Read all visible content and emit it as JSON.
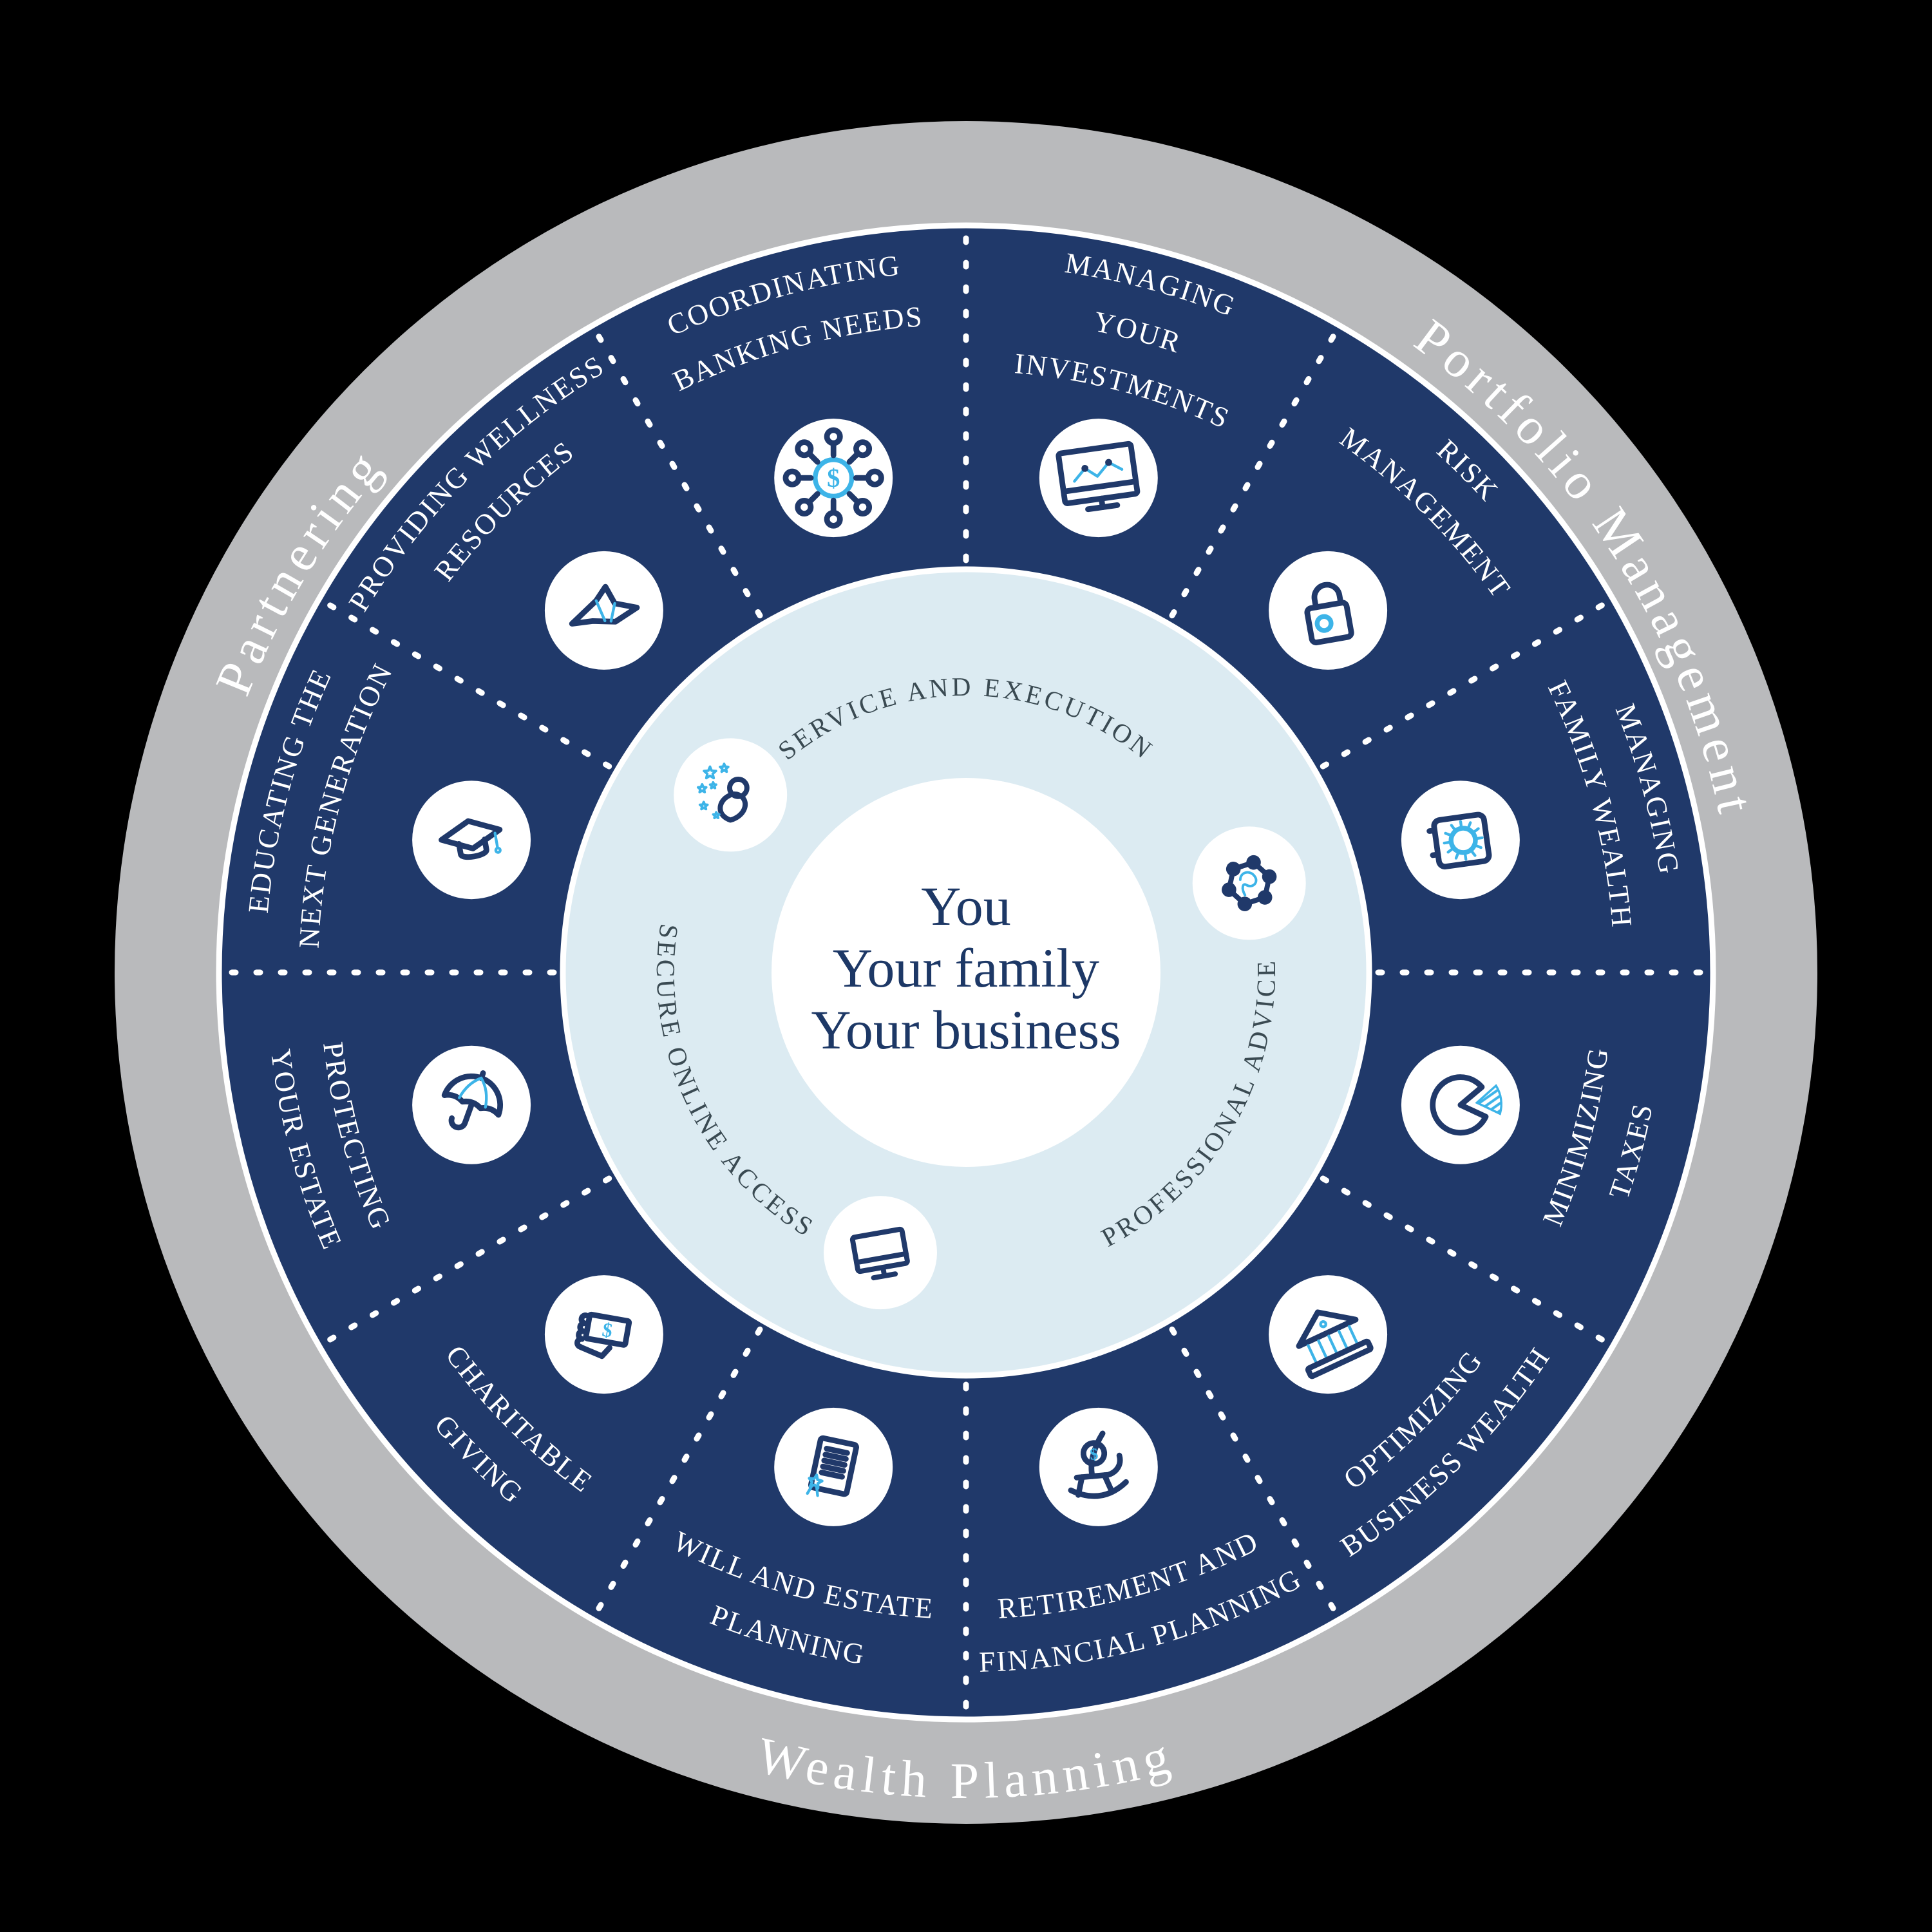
{
  "colors": {
    "background": "#000000",
    "outer_ring": "#b9babc",
    "navy_ring": "#20396a",
    "inner_ring": "#dcebf2",
    "center_circle": "#ffffff",
    "divider": "#ffffff",
    "segment_text": "#ffffff",
    "outer_ring_text": "#ffffff",
    "inner_ring_text": "#3a4a52",
    "center_text": "#1d3866",
    "icon_primary": "#20396a",
    "icon_accent": "#3db4e8"
  },
  "outer_ring_labels": [
    {
      "label": "Partnering",
      "angle": -59,
      "direction": "normal"
    },
    {
      "label": "Portfolio Management",
      "angle": 57,
      "direction": "normal"
    },
    {
      "label": "Wealth Planning",
      "angle": 180,
      "direction": "reversed"
    }
  ],
  "segments": [
    {
      "lines": [
        "MANAGING",
        "YOUR",
        "INVESTMENTS"
      ],
      "icon": "monitor-chart-icon",
      "angle": 15,
      "direction": "normal"
    },
    {
      "lines": [
        "RISK",
        "MANAGEMENT"
      ],
      "icon": "padlock-icon",
      "angle": 45,
      "direction": "normal"
    },
    {
      "lines": [
        "MANAGING",
        "FAMILY WEALTH"
      ],
      "icon": "safe-icon",
      "angle": 75,
      "direction": "normal"
    },
    {
      "lines": [
        "MINIMIZING",
        "TAXES"
      ],
      "icon": "pie-chart-icon",
      "angle": 105,
      "direction": "reversed"
    },
    {
      "lines": [
        "OPTIMIZING",
        "BUSINESS WEALTH"
      ],
      "icon": "bank-icon",
      "angle": 135,
      "direction": "reversed"
    },
    {
      "lines": [
        "RETIREMENT AND",
        "FINANCIAL PLANNING"
      ],
      "icon": "rocking-chair-icon",
      "angle": 165,
      "direction": "reversed"
    },
    {
      "lines": [
        "WILL AND ESTATE",
        "PLANNING"
      ],
      "icon": "will-document-icon",
      "angle": 195,
      "direction": "reversed"
    },
    {
      "lines": [
        "CHARITABLE",
        "GIVING"
      ],
      "icon": "giving-hand-icon",
      "angle": 225,
      "direction": "reversed"
    },
    {
      "lines": [
        "PROTECTING",
        "YOUR ESTATE"
      ],
      "icon": "umbrella-icon",
      "angle": 255,
      "direction": "reversed"
    },
    {
      "lines": [
        "EDUCATING THE",
        "NEXT GENERATION"
      ],
      "icon": "graduation-cap-icon",
      "angle": 285,
      "direction": "normal"
    },
    {
      "lines": [
        "PROVIDING WELLNESS",
        "RESOURCES"
      ],
      "icon": "origami-bird-icon",
      "angle": 315,
      "direction": "normal"
    },
    {
      "lines": [
        "COORDINATING",
        "BANKING NEEDS"
      ],
      "icon": "banking-network-icon",
      "angle": 345,
      "direction": "normal"
    }
  ],
  "inner_ring": {
    "labels": [
      {
        "label": "SERVICE AND EXECUTION",
        "angle": 0,
        "direction": "normal"
      },
      {
        "label": "PROFESSIONAL ADVICE",
        "angle": 120,
        "direction": "reversed"
      },
      {
        "label": "SECURE ONLINE ACCESS",
        "angle": -115,
        "direction": "reversed"
      }
    ],
    "icons": [
      {
        "icon": "person-stars-icon",
        "angle": -53,
        "radius": 458
      },
      {
        "icon": "network-molecule-icon",
        "angle": 72.5,
        "radius": 461
      },
      {
        "icon": "monitor-icon",
        "angle": 197,
        "radius": 455
      }
    ]
  },
  "center": {
    "lines": [
      "You",
      "Your family",
      "Your business"
    ]
  }
}
